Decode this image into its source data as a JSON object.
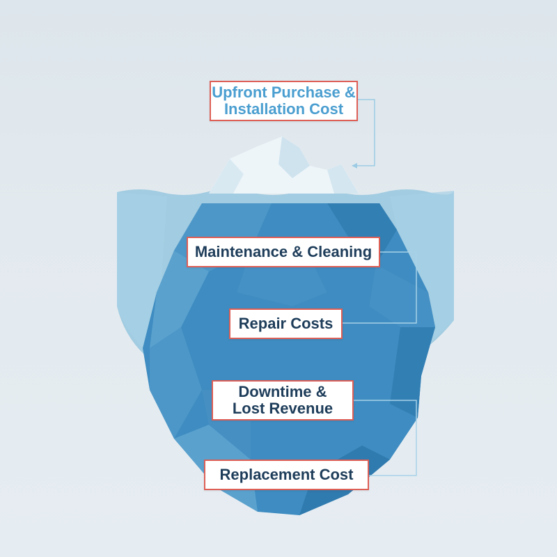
{
  "colors": {
    "label_border": "#de5f56",
    "label_text": "#1e3d5a",
    "label_text_above": "#4a9ed0",
    "water": "#8cc1dc",
    "ice_above": "#eef5f9",
    "ice_below": "#3e8cc1",
    "connector": "#9ccbe4"
  },
  "labels": [
    {
      "id": "upfront",
      "text": "Upfront Purchase &\nInstallation Cost",
      "position": "above-water"
    },
    {
      "id": "maintenance",
      "text": "Maintenance & Cleaning",
      "position": "below-water"
    },
    {
      "id": "repair",
      "text": "Repair Costs",
      "position": "below-water"
    },
    {
      "id": "downtime",
      "text": "Downtime &\nLost Revenue",
      "position": "below-water"
    },
    {
      "id": "replacement",
      "text": "Replacement Cost",
      "position": "below-water"
    }
  ]
}
